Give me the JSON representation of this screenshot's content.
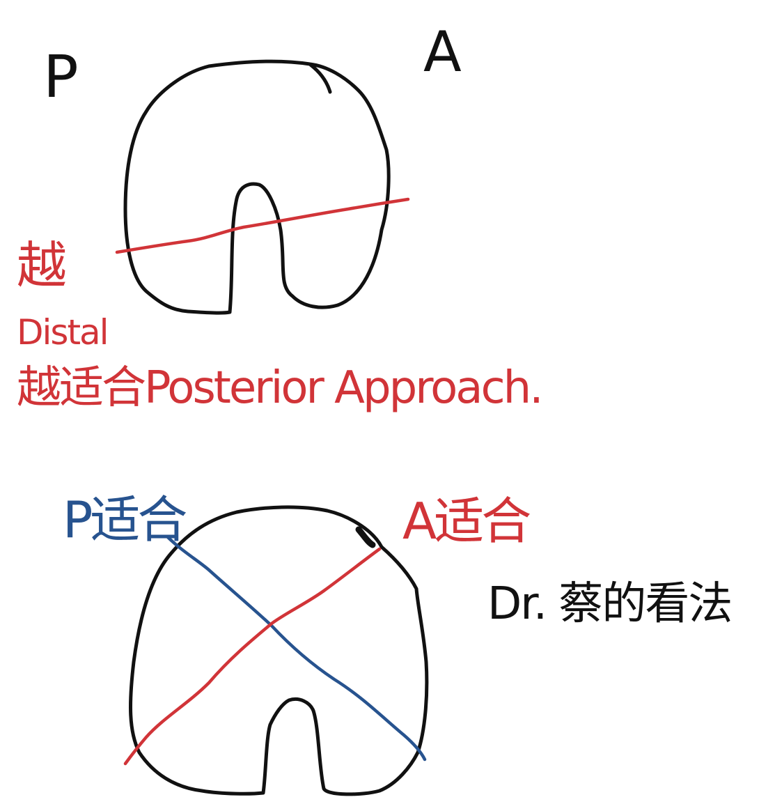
{
  "colors": {
    "outline": "#111111",
    "red": "#d13438",
    "blue": "#27538f"
  },
  "top_diagram": {
    "label_p": "P",
    "label_a": "A",
    "red_text_line1": "越",
    "red_text_line2": "Distal",
    "red_text_line3": "越适合Posterior Approach."
  },
  "bottom_diagram": {
    "blue_label": "P适合",
    "red_label": "A适合",
    "note": "Dr. 蔡的看法"
  }
}
